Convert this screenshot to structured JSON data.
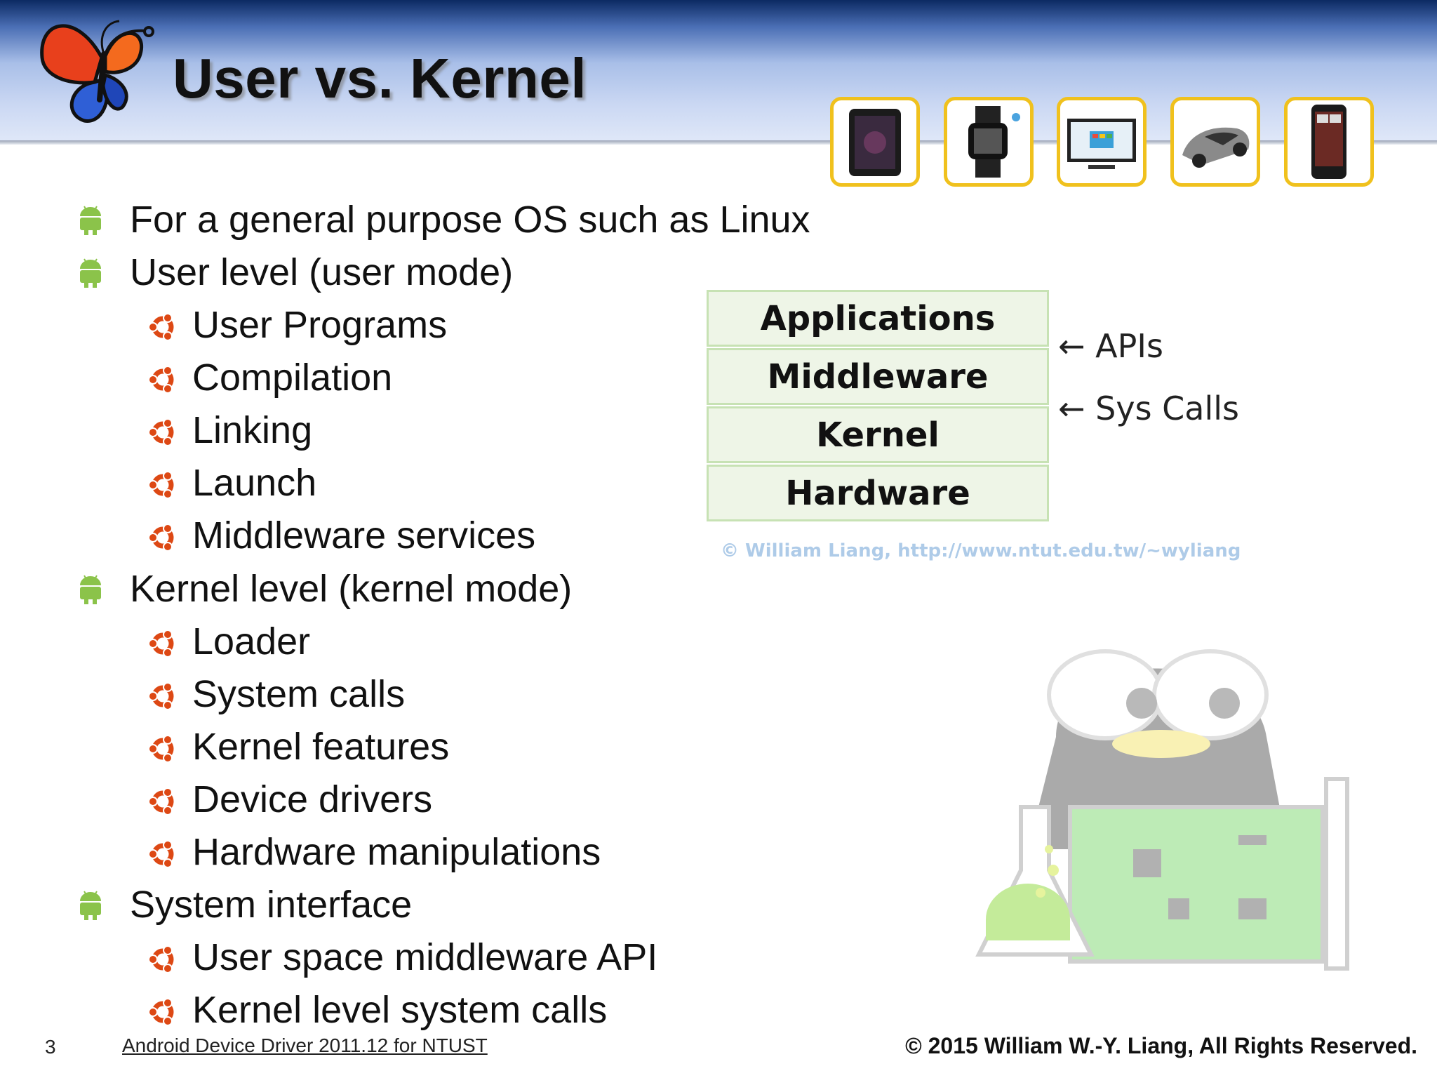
{
  "slide": {
    "title": "User vs. Kernel",
    "page_number": "3",
    "footer_left": "Android Device Driver 2011.12 for NTUST",
    "footer_right": "© 2015  William W.-Y. Liang, All Rights Reserved."
  },
  "header": {
    "logo_icon": "butterfly-logo-icon",
    "devices": [
      "tablet-icon",
      "smartwatch-icon",
      "smart-tv-icon",
      "car-icon",
      "smartphone-icon"
    ]
  },
  "bullets": [
    {
      "text": "For a general purpose OS such as Linux",
      "level": 1
    },
    {
      "text": "User level (user mode)",
      "level": 1
    },
    {
      "text": "User Programs",
      "level": 2
    },
    {
      "text": "Compilation",
      "level": 2
    },
    {
      "text": "Linking",
      "level": 2
    },
    {
      "text": "Launch",
      "level": 2
    },
    {
      "text": "Middleware services",
      "level": 2
    },
    {
      "text": "Kernel level (kernel mode)",
      "level": 1
    },
    {
      "text": "Loader",
      "level": 2
    },
    {
      "text": "System calls",
      "level": 2
    },
    {
      "text": "Kernel features",
      "level": 2
    },
    {
      "text": "Device drivers",
      "level": 2
    },
    {
      "text": "Hardware manipulations",
      "level": 2
    },
    {
      "text": "System interface",
      "level": 1
    },
    {
      "text": "User space middleware API",
      "level": 2
    },
    {
      "text": "Kernel level system calls",
      "level": 2
    }
  ],
  "stack": {
    "layers": [
      "Applications",
      "Middleware",
      "Kernel",
      "Hardware"
    ],
    "apis_label": "← APIs",
    "syscalls_label": "← Sys Calls",
    "watermark": "© William Liang, http://www.ntut.edu.tw/~wyliang"
  },
  "colors": {
    "accent_yellow": "#f0c11d",
    "android_green": "#8bc34a",
    "ubuntu_orange": "#dd4814"
  }
}
